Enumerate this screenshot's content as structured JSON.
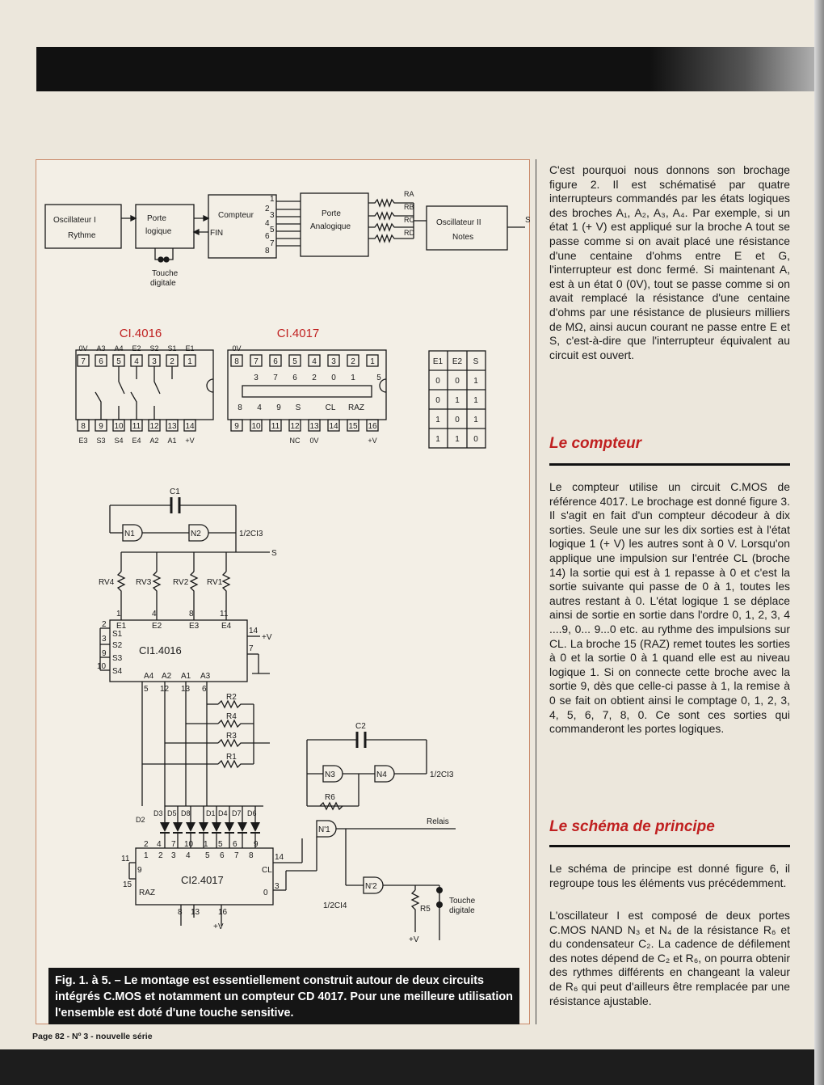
{
  "text": {
    "intro": "C'est pourquoi nous donnons son brochage figure 2. Il est schématisé par quatre interrupteurs commandés par les états logiques des broches A₁, A₂, A₃, A₄. Par exemple, si un état 1 (+ V) est appliqué sur la broche A tout se passe comme si on avait placé une résistance d'une centaine d'ohms entre E et G, l'interrupteur est donc fermé. Si maintenant A, est à un état 0 (0V), tout se passe comme si on avait remplacé la résistance d'une centaine d'ohms par une résistance de plusieurs milliers de MΩ, ainsi aucun courant ne passe entre E et S, c'est-à-dire que l'interrupteur équivalent au circuit est ouvert.",
    "heading1": "Le compteur",
    "compteur": "Le compteur utilise un circuit C.MOS de référence 4017. Le brochage est donné figure 3. Il s'agit en fait d'un compteur décodeur à dix sorties. Seule une sur les dix sorties est à l'état logique 1 (+ V) les autres sont à 0 V. Lorsqu'on applique une impulsion sur l'entrée CL (broche 14) la sortie qui est à 1 repasse à 0 et c'est la sortie suivante qui passe de 0 à 1, toutes les autres restant à 0. L'état logique 1 se déplace ainsi de sortie en sortie dans l'ordre 0, 1, 2, 3, 4 ....9, 0... 9...0 etc. au rythme des impulsions sur CL. La broche 15 (RAZ) remet toutes les sorties à 0 et la sortie 0 à 1 quand elle est au niveau logique 1. Si on connecte cette broche avec la sortie 9, dès que celle-ci passe à 1, la remise à 0 se fait on obtient ainsi le comptage 0, 1, 2, 3, 4, 5, 6, 7, 8, 0. Ce sont ces sorties qui commanderont les portes logiques.",
    "heading2": "Le schéma de principe",
    "schema1": "Le schéma de principe est donné figure 6, il regroupe tous les éléments vus précédemment.",
    "schema2": "L'oscillateur I est composé de deux portes C.MOS NAND N₃ et N₄ de la résistance R₆ et du condensateur C₂. La cadence de défilement des notes dépend de C₂ et R₆, on pourra obtenir des rythmes différents en changeant la valeur de R₆ qui peut d'ailleurs être remplacée par une résistance ajustable.",
    "caption": "Fig. 1. à 5. – Le montage est essentiellement construit autour de deux circuits intégrés C.MOS et notamment un compteur CD 4017. Pour une meilleure utilisation l'ensemble est doté d'une touche sensitive.",
    "footer": "Page 82 - Nº 3 - nouvelle série"
  },
  "block": {
    "osc1_line1": "Oscillateur I",
    "osc1_line2": "Rythme",
    "porte_line1": "Porte",
    "porte_line2": "logique",
    "compteur": "Compteur",
    "fin": "FIN",
    "porte_ana_line1": "Porte",
    "porte_ana_line2": "Analogique",
    "osc2_line1": "Oscillateur II",
    "osc2_line2": "Notes",
    "touche_line1": "Touche",
    "touche_line2": "digitale",
    "out_s": "S",
    "pins": [
      "1",
      "2",
      "3",
      "4",
      "5",
      "6",
      "7",
      "8"
    ],
    "resistors": [
      "RA",
      "RB",
      "RC",
      "RD"
    ]
  },
  "ic4016": {
    "title": "CI.4016",
    "top_labels": [
      "0V",
      "A3",
      "A4",
      "E2",
      "S2",
      "S1",
      "E1"
    ],
    "top_pins": [
      "7",
      "6",
      "5",
      "4",
      "3",
      "2",
      "1"
    ],
    "bottom_pins": [
      "8",
      "9",
      "10",
      "11",
      "12",
      "13",
      "14"
    ],
    "bottom_labels": [
      "E3",
      "S3",
      "S4",
      "E4",
      "A2",
      "A1",
      "+V"
    ]
  },
  "ic4017": {
    "title": "CI.4017",
    "top_label": "0V",
    "top_pins": [
      "8",
      "7",
      "6",
      "5",
      "4",
      "3",
      "2",
      "1"
    ],
    "inner_top": [
      "3",
      "7",
      "6",
      "2",
      "0",
      "1",
      "5"
    ],
    "inner_bottom": [
      "8",
      "4",
      "9",
      "S",
      "CL",
      "RAZ"
    ],
    "bottom_pins": [
      "9",
      "10",
      "11",
      "12",
      "13",
      "14",
      "15",
      "16"
    ],
    "bottom_labels": [
      "NC",
      "0V",
      "+V"
    ]
  },
  "truth_table": {
    "headers": [
      "E1",
      "E2",
      "S"
    ],
    "rows": [
      [
        "0",
        "0",
        "1"
      ],
      [
        "0",
        "1",
        "1"
      ],
      [
        "1",
        "0",
        "1"
      ],
      [
        "1",
        "1",
        "0"
      ]
    ]
  },
  "schematic": {
    "c1": "C1",
    "n1": "N1",
    "n2": "N2",
    "ci3": "1/2CI3",
    "s": "S",
    "rv": [
      "RV4",
      "RV3",
      "RV2",
      "RV1"
    ],
    "rv_pins": [
      "1",
      "4",
      "8",
      "11"
    ],
    "ic1_label": "CI1.4016",
    "ic1_left_pins": [
      "2",
      "3",
      "9",
      "10"
    ],
    "ic1_left_labels": [
      "E1",
      "S1",
      "S2",
      "S3",
      "S4"
    ],
    "ic1_top_labels": [
      "E2",
      "E3",
      "E4"
    ],
    "ic1_right": [
      "14",
      "+V",
      "7"
    ],
    "ic1_bottom_labels": [
      "A4",
      "A2",
      "A1",
      "A3"
    ],
    "ic1_bottom_pins": [
      "5",
      "12",
      "13",
      "6"
    ],
    "r_series": [
      "R2",
      "R4",
      "R3",
      "R1"
    ],
    "c2": "C2",
    "n3": "N3",
    "n4": "N4",
    "r6": "R6",
    "ci3b": "1/2CI3",
    "diodes": [
      "D2",
      "D3",
      "D5",
      "D8",
      "D1",
      "D4",
      "D7",
      "D6"
    ],
    "ic2_top_pins": [
      "2",
      "4",
      "7",
      "10",
      "1",
      "5",
      "6",
      "9"
    ],
    "ic2_inner": [
      "1",
      "2",
      "3",
      "4",
      "5",
      "6",
      "7",
      "8"
    ],
    "ic2_label": "CI2.4017",
    "ic2_left": [
      "11",
      "9",
      "15",
      "RAZ"
    ],
    "ic2_right": [
      "14",
      "CL",
      "3",
      "0"
    ],
    "ic2_bottom": [
      "8",
      "13",
      "16",
      "+V"
    ],
    "n1b": "N'1",
    "n2b": "N'2",
    "ci4": "1/2CI4",
    "relais": "Relais",
    "r5": "R5",
    "touche_line1": "Touche",
    "touche_line2": "digitale",
    "plusv": "+V"
  }
}
